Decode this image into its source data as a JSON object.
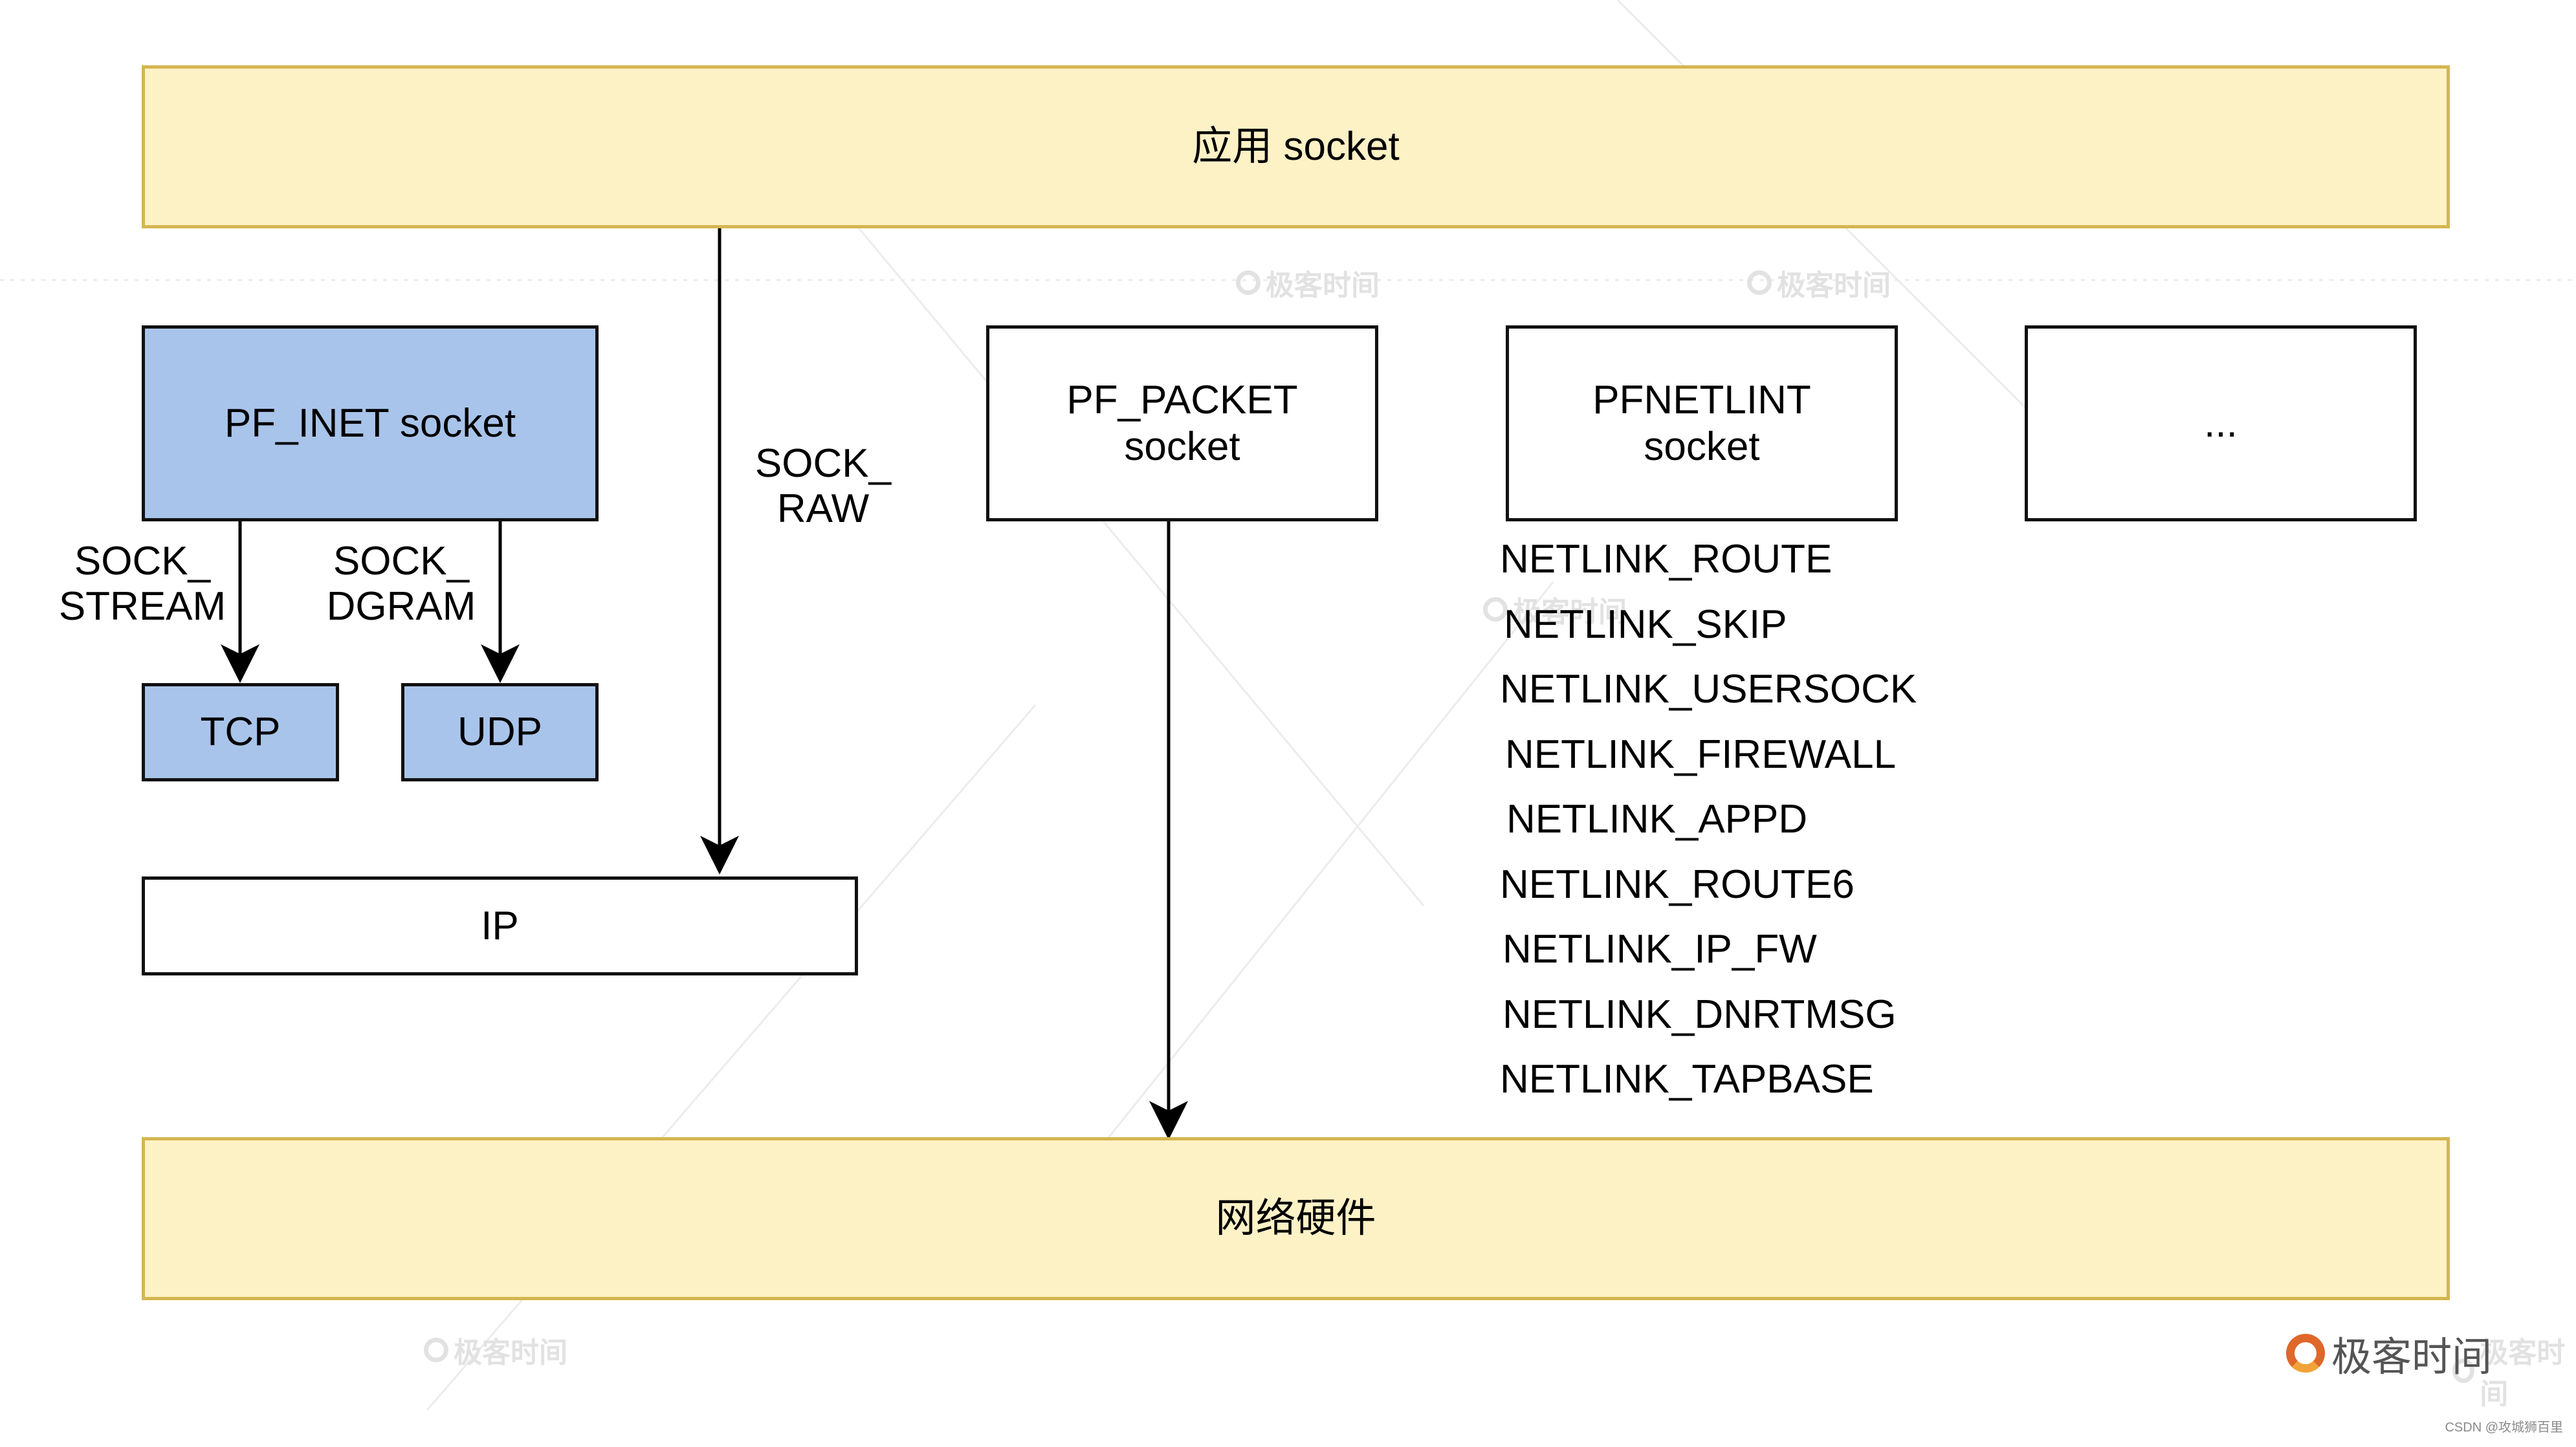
{
  "layers": {
    "app_socket": "应用 socket",
    "hardware": "网络硬件"
  },
  "families": {
    "pf_inet": "PF_INET socket",
    "pf_packet": "PF_PACKET\nsocket",
    "pf_netlink": "PFNETLINT\nsocket",
    "more": "..."
  },
  "protocols": {
    "tcp": "TCP",
    "udp": "UDP",
    "ip": "IP"
  },
  "edge_labels": {
    "sock_stream": "SOCK_\nSTREAM",
    "sock_dgram": "SOCK_\nDGRAM",
    "sock_raw": "SOCK_\nRAW"
  },
  "netlink_types": [
    "NETLINK_ROUTE",
    "NETLINK_SKIP",
    "NETLINK_USERSOCK",
    "NETLINK_FIREWALL",
    "NETLINK_APPD",
    "NETLINK_ROUTE6",
    "NETLINK_IP_FW",
    "NETLINK_DNRTMSG",
    "NETLINK_TAPBASE"
  ],
  "watermark": "极客时间",
  "brand": "极客时间",
  "credit": "CSDN @攻城狮百里",
  "colors": {
    "layer_fill": "#fdf1c6",
    "layer_border": "#d4b64f",
    "inet_fill": "#a9c4ea",
    "brand_orange": "#e0672a"
  }
}
